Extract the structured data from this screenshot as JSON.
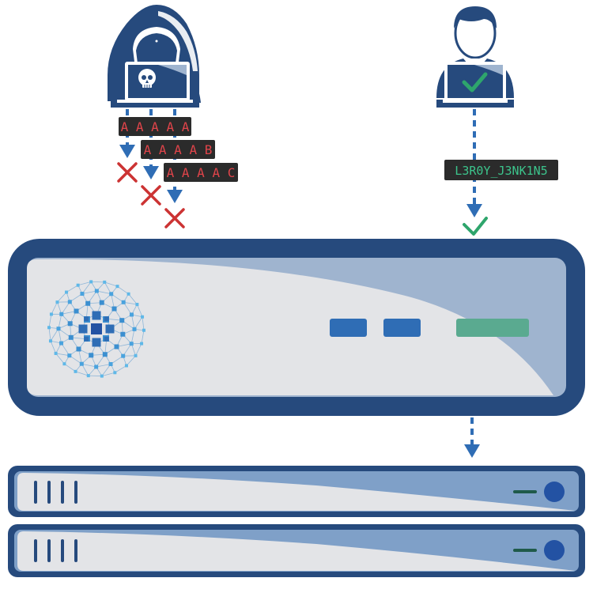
{
  "attacker": {
    "attempts": [
      {
        "text": "A A A A A",
        "result": "rejected"
      },
      {
        "text": "A A A A B",
        "result": "rejected"
      },
      {
        "text": "A A A A C",
        "result": "rejected"
      }
    ]
  },
  "user": {
    "password": "L3R0Y_J3NK1N5",
    "result": "accepted"
  },
  "colors": {
    "navy": "#264a7d",
    "mid_blue": "#2f6db5",
    "light_panel": "#e3e4e7",
    "panel_blue": "#9fb4cf",
    "attempt_text": "#e0444a",
    "password_text": "#3cc48c",
    "label_bg": "#2b2b2b",
    "reject": "#cc3333",
    "accept": "#2ea56c"
  },
  "icons": {
    "attacker": "hooded-hacker-icon",
    "attacker_badge": "skull-icon",
    "user": "user-at-laptop-icon",
    "user_badge": "checkmark-icon",
    "logo": "network-sphere-icon"
  },
  "server_rack_units": 2
}
